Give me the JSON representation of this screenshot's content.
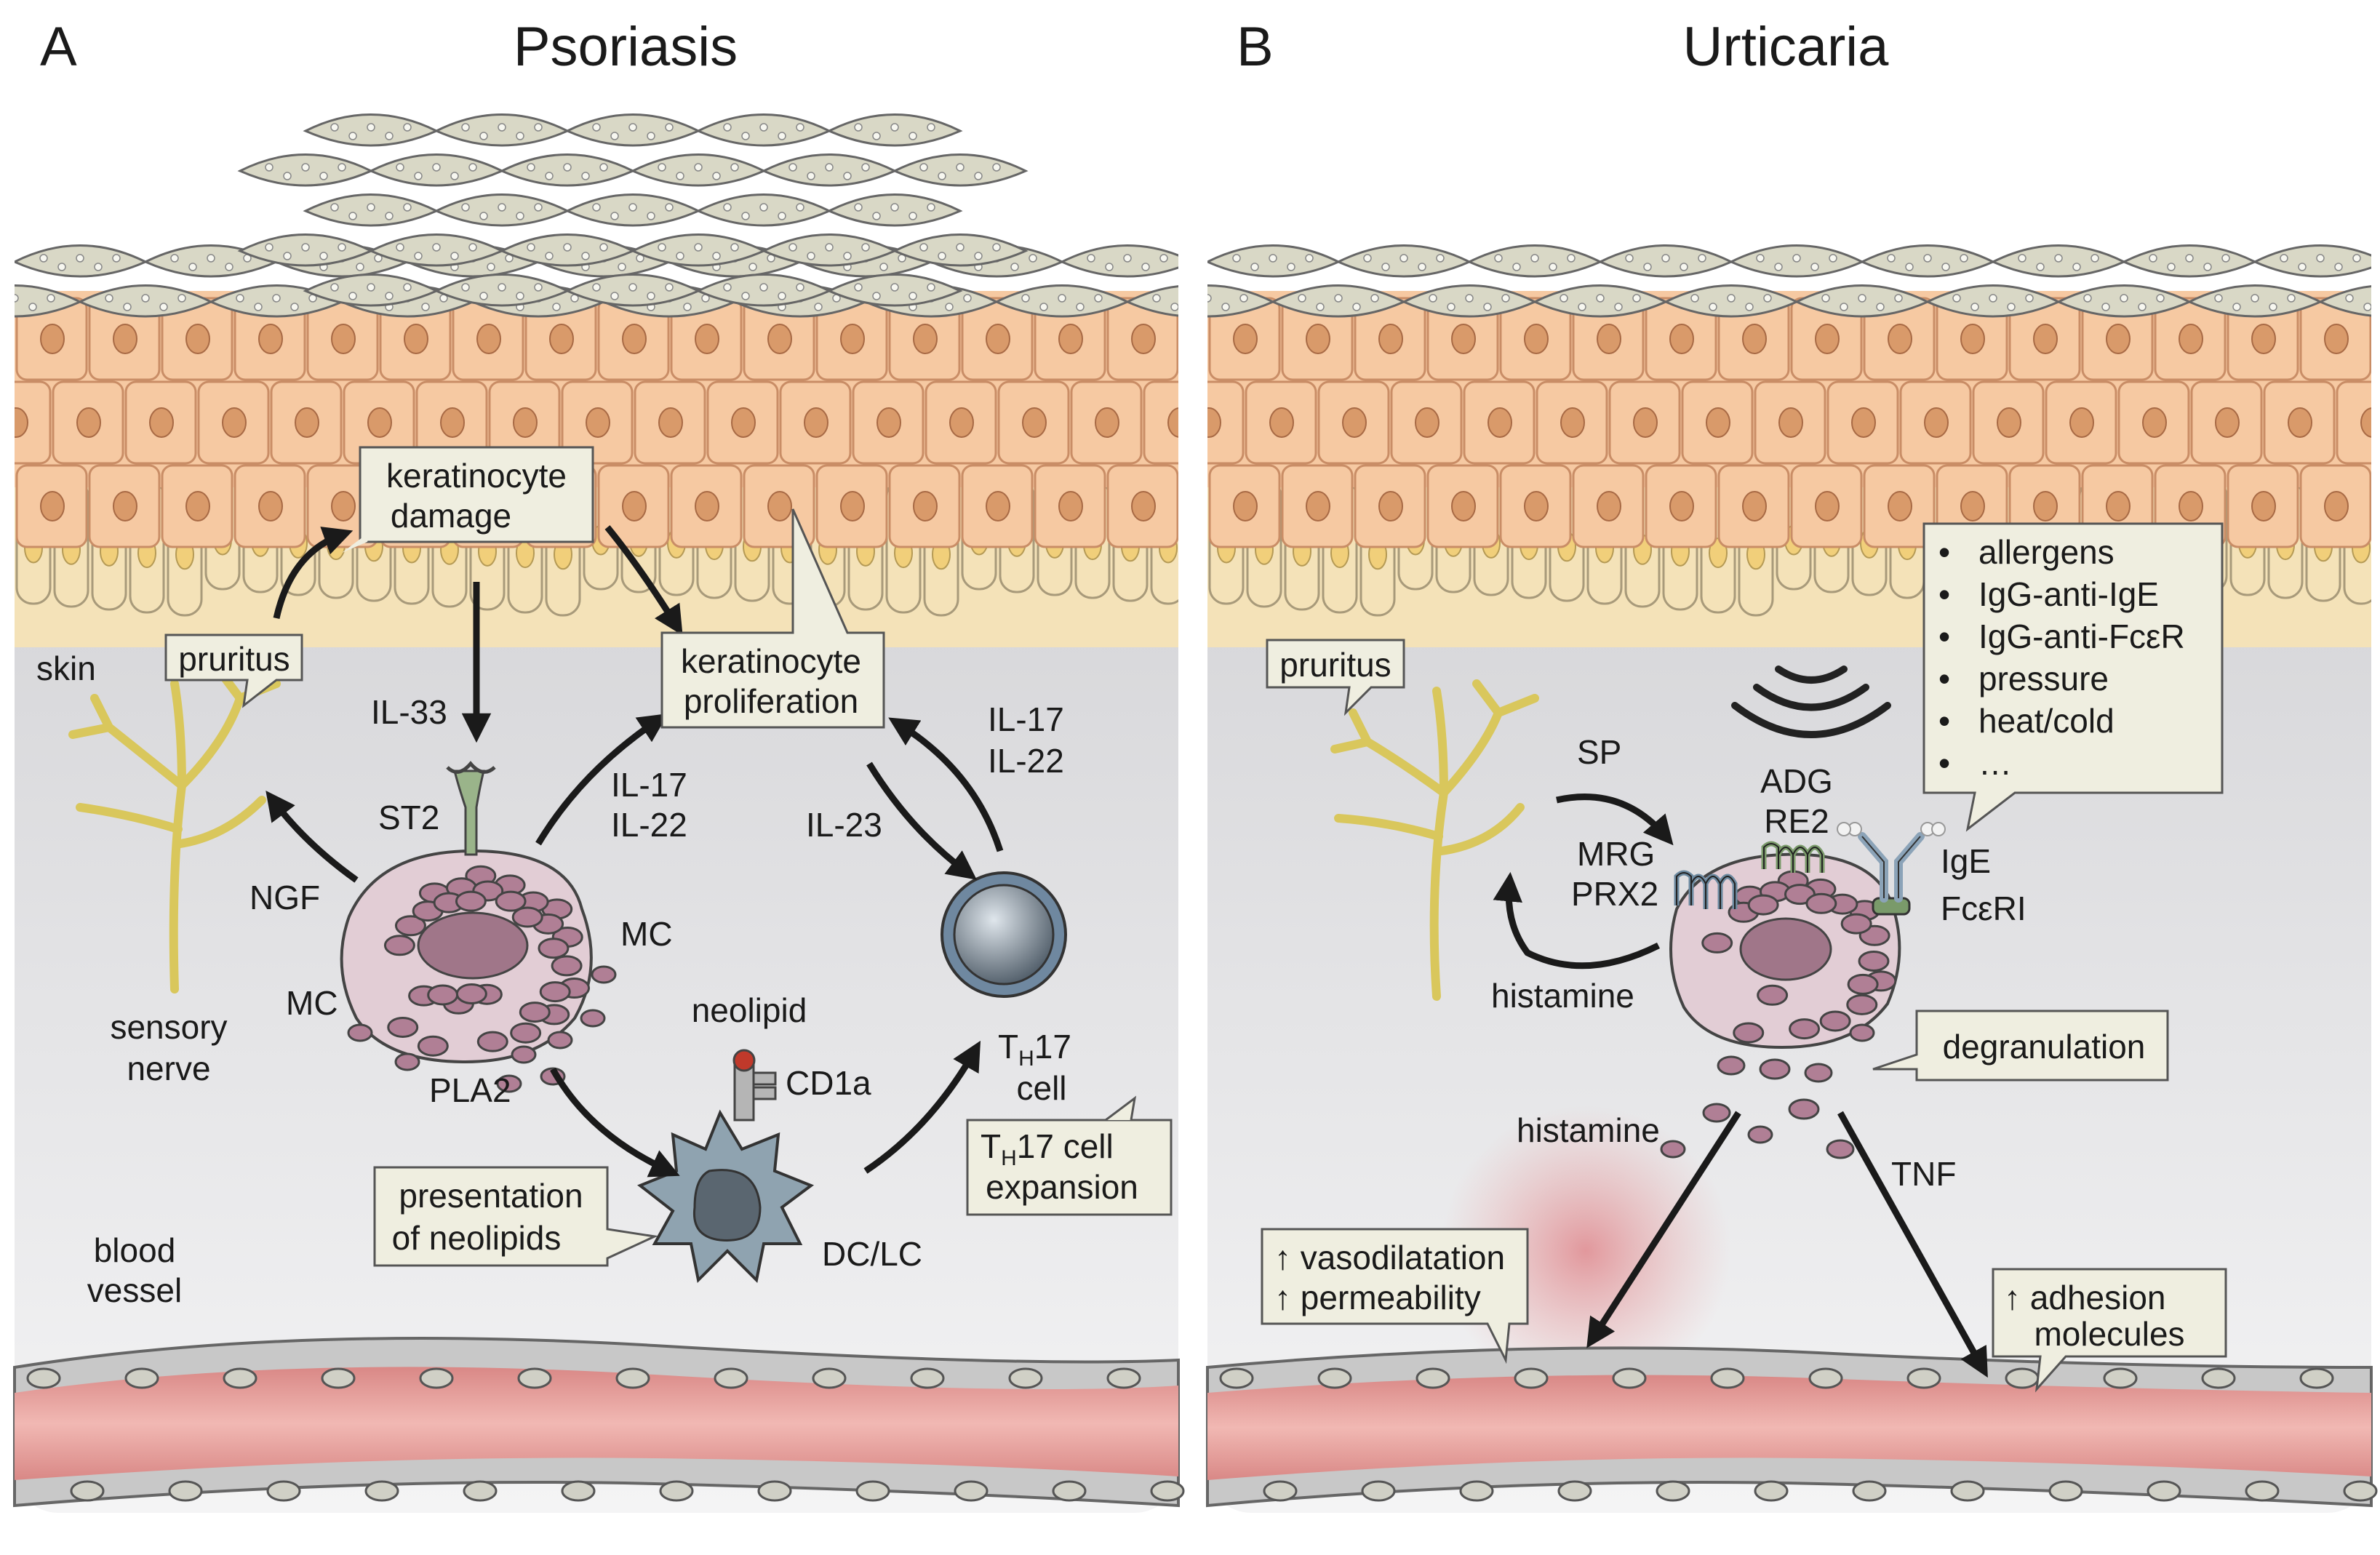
{
  "panel_a": {
    "letter": "A",
    "title": "Psoriasis",
    "labels": {
      "keratinocyte_damage_1": "keratinocyte",
      "keratinocyte_damage_2": "damage",
      "pruritus": "pruritus",
      "skin": "skin",
      "il33": "IL-33",
      "keratinocyte_prolif_1": "keratinocyte",
      "keratinocyte_prolif_2": "proliferation",
      "st2": "ST2",
      "il17_a": "IL-17",
      "il22_a": "IL-22",
      "il17_b": "IL-17",
      "il22_b": "IL-22",
      "il23": "IL-23",
      "ngf": "NGF",
      "mc_right": "MC",
      "mc_left": "MC",
      "sensory": "sensory",
      "nerve": "nerve",
      "neolipid": "neolipid",
      "cd1a": "CD1a",
      "pla2": "PLA2",
      "th17_t": "T",
      "th17_sub": "H",
      "th17_num": "17",
      "cell": "cell",
      "th17exp_t": "T",
      "th17exp_sub": "H",
      "th17exp_rest": "17 cell",
      "expansion": "expansion",
      "presentation_1": "presentation",
      "presentation_2": "of neolipids",
      "dc_lc": "DC/LC",
      "blood": "blood",
      "vessel": "vessel"
    }
  },
  "panel_b": {
    "letter": "B",
    "title": "Urticaria",
    "labels": {
      "pruritus": "pruritus",
      "sp": "SP",
      "adg": "ADG",
      "re2": "RE2",
      "mrg": "MRG",
      "prx2": "PRX2",
      "ige": "IgE",
      "fceri": "FcεRI",
      "histamine_left": "histamine",
      "degranulation": "degranulation",
      "histamine": "histamine",
      "tnf": "TNF",
      "vaso_1": "↑ vasodilatation",
      "vaso_2": "↑ permeability",
      "adhesion_1": "↑ adhesion",
      "adhesion_2": "molecules"
    },
    "triggers": [
      "allergens",
      "IgG-anti-IgE",
      "IgG-anti-FcεR",
      "pressure",
      "heat/cold",
      "…"
    ]
  },
  "colors": {
    "corneocyte": "#d9d8c6",
    "keratinocyte": "#f6c9a2",
    "basal_cell": "#f4e2b8",
    "dermis": "#e4e4e6",
    "mast_cell": "#e2cdd5",
    "granule": "#b07f95",
    "nerve": "#d9c75c",
    "vessel_wall": "#c8c8c8",
    "vessel_lumen": "#e9a3a0",
    "dc": "#8fa3b0",
    "tcell": "#6f7e8a",
    "callout_fill": "#efeee0"
  }
}
